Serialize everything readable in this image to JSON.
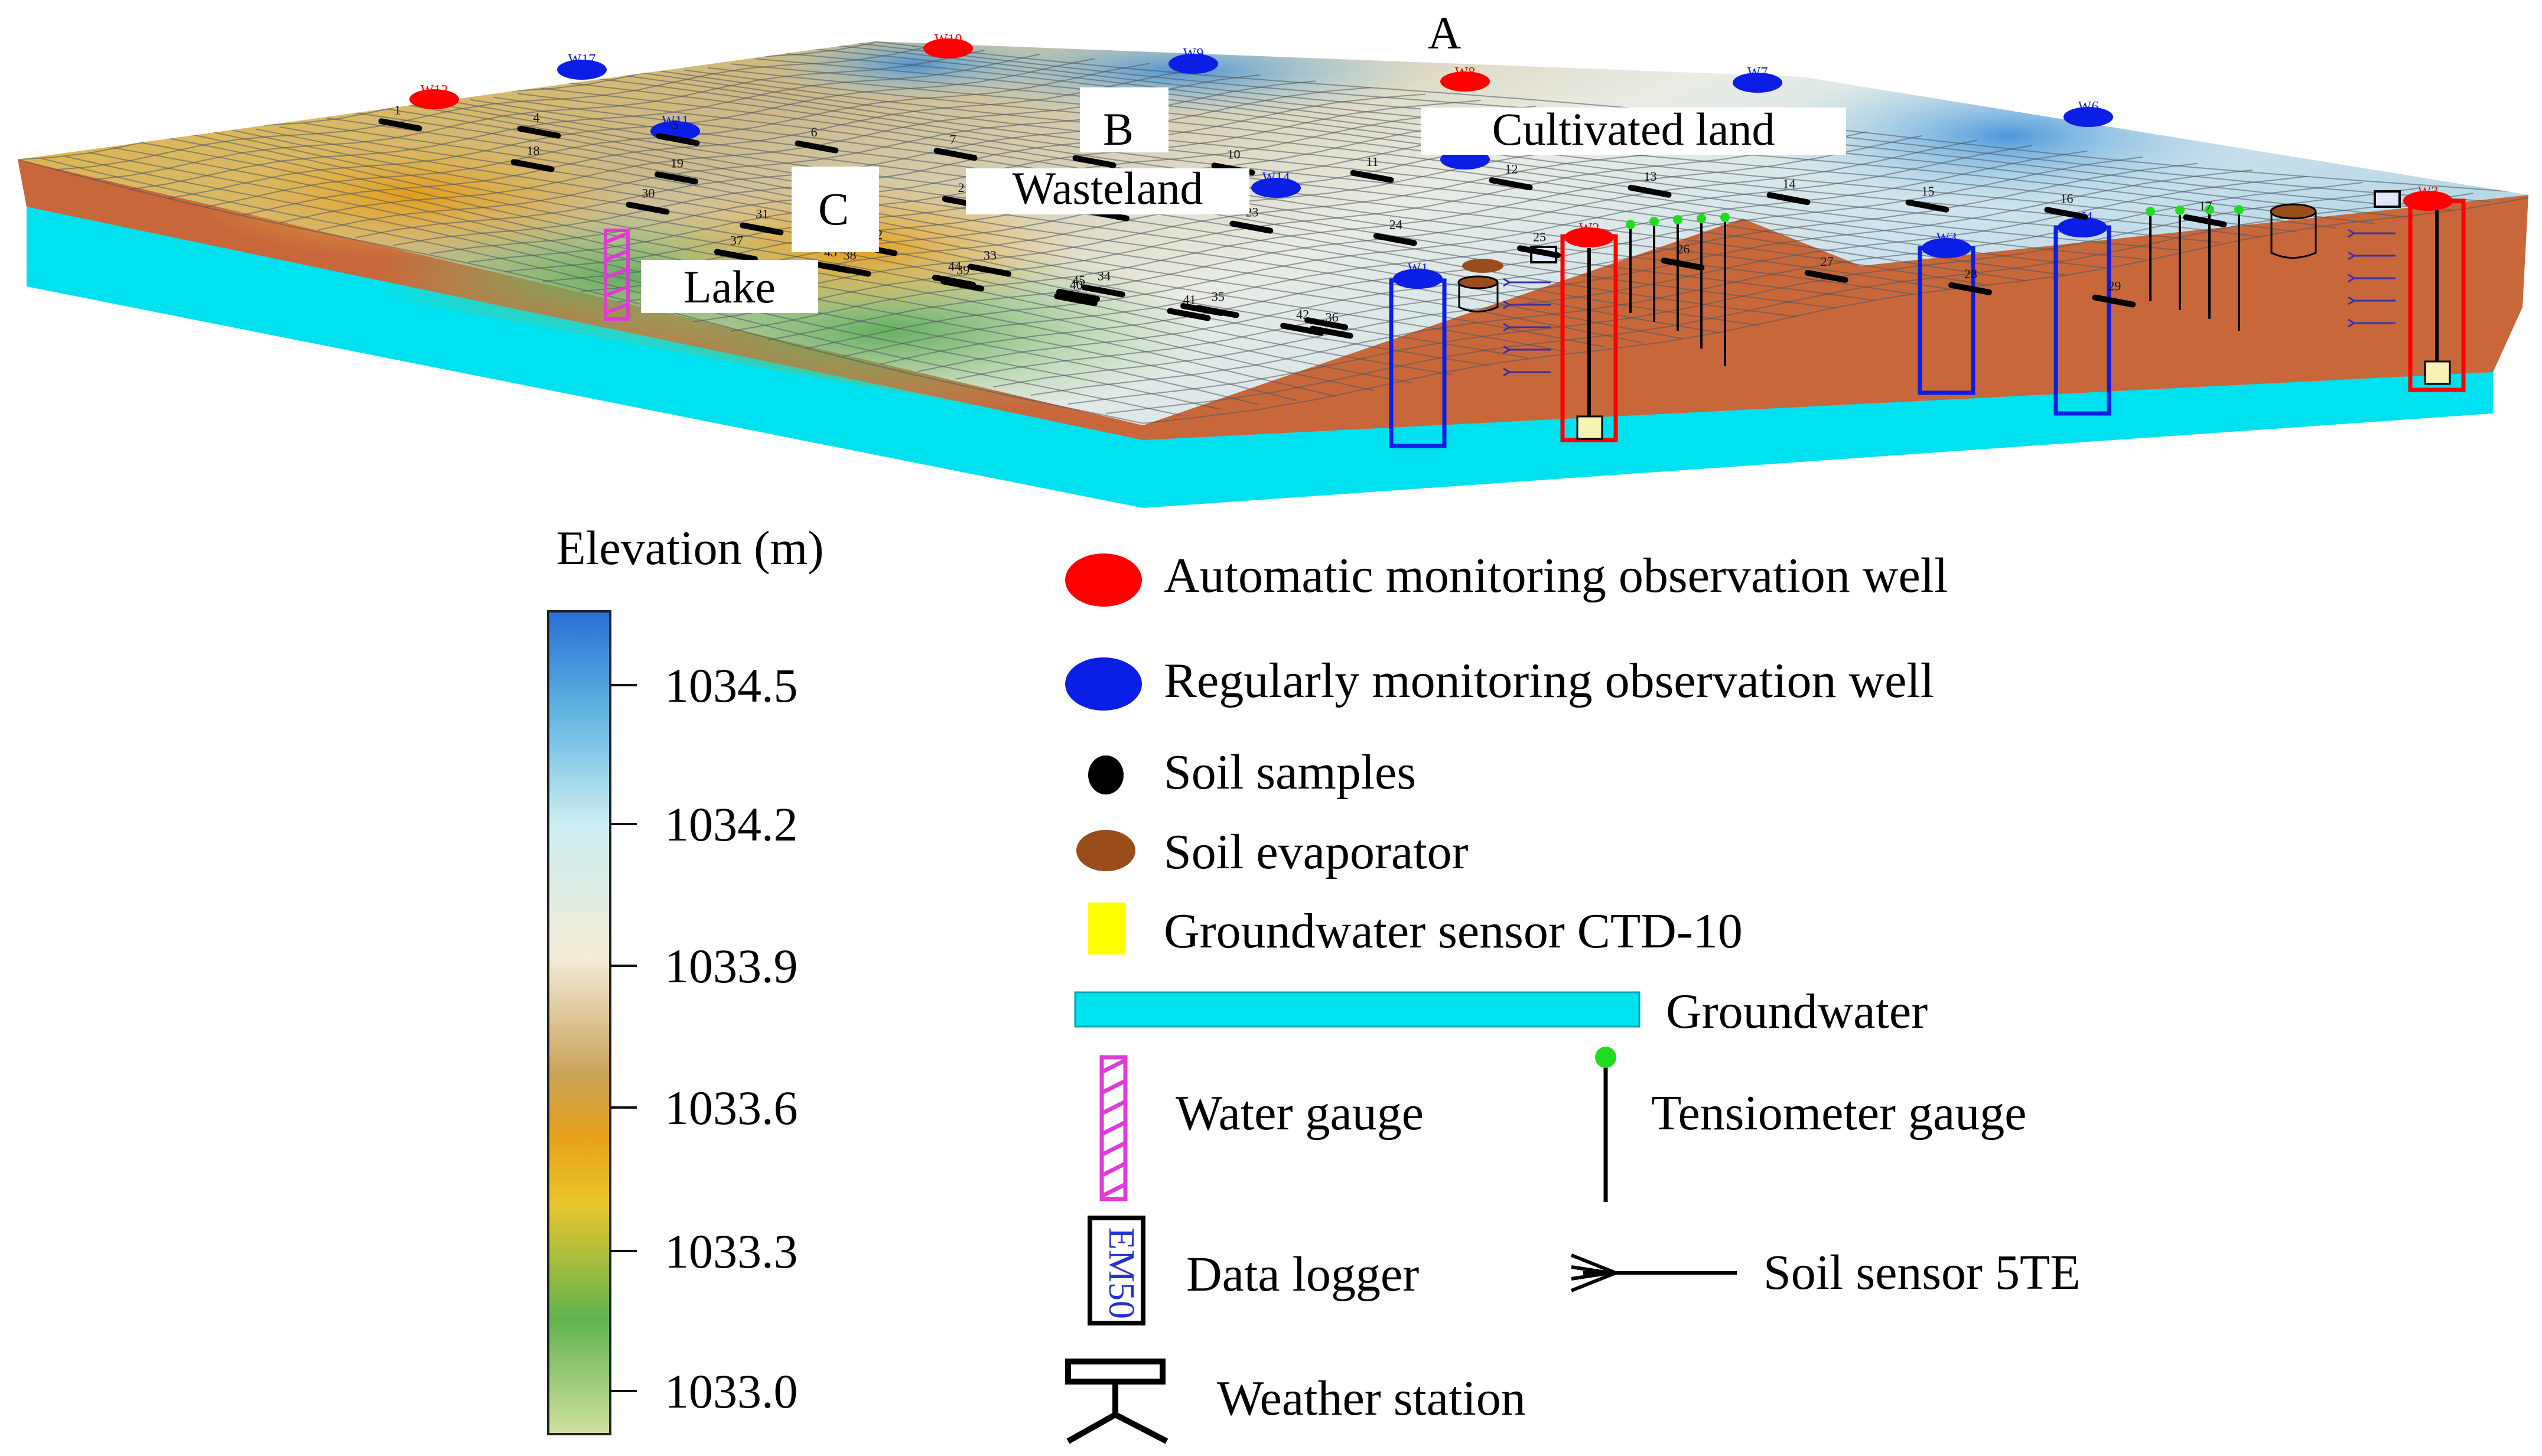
{
  "scene": {
    "zone_labels": [
      "A",
      "B",
      "C"
    ],
    "area_labels": {
      "cultivated": "Cultivated land",
      "wasteland": "Wasteland",
      "lake": "Lake"
    },
    "wells": {
      "automatic": [
        "W10",
        "W12",
        "W2",
        "W3",
        "W8"
      ],
      "regular": [
        "W17",
        "W9",
        "W7",
        "W6",
        "W11",
        "W14",
        "W13",
        "W1",
        "W3",
        "W4"
      ]
    },
    "soil_sample_numbers": [
      "1",
      "4",
      "5",
      "6",
      "7",
      "9",
      "10",
      "11",
      "12",
      "13",
      "14",
      "15",
      "16",
      "17",
      "18",
      "19",
      "20",
      "21",
      "22",
      "23",
      "24",
      "25",
      "26",
      "27",
      "28",
      "29",
      "30",
      "31",
      "32",
      "33",
      "34",
      "35",
      "36",
      "37",
      "38",
      "39",
      "40",
      "41",
      "42",
      "43",
      "44",
      "45"
    ]
  },
  "colorbar": {
    "title": "Elevation (m)",
    "ticks": [
      "1034.5",
      "1034.2",
      "1033.9",
      "1033.6",
      "1033.3",
      "1033.0"
    ],
    "colors": [
      "#2a6fd6",
      "#5fb3e0",
      "#cdeef2",
      "#f3ecd8",
      "#c9a35a",
      "#e6a21a",
      "#e8c62c",
      "#62b34f",
      "#cfe0a0"
    ]
  },
  "legend": {
    "automatic_well": "Automatic monitoring observation well",
    "regular_well": "Regularly monitoring observation well",
    "soil_samples": "Soil samples",
    "soil_evaporator": "Soil evaporator",
    "groundwater_sensor": "Groundwater sensor CTD-10",
    "groundwater": "Groundwater",
    "water_gauge": "Water gauge",
    "tensiometer": "Tensiometer gauge",
    "data_logger": "Data logger",
    "data_logger_box": "EM50",
    "soil_sensor": "Soil sensor 5TE",
    "weather_station": "Weather station"
  },
  "colors": {
    "automatic_well": "#ff0000",
    "regular_well": "#0a1ee6",
    "groundwater": "#00e1ef",
    "soil": "#c8673a",
    "water_gauge": "#e03ad8",
    "tensiometer": "#1fdc1f",
    "sensor": "#ffff00",
    "evaporator": "#9a4d1b"
  }
}
